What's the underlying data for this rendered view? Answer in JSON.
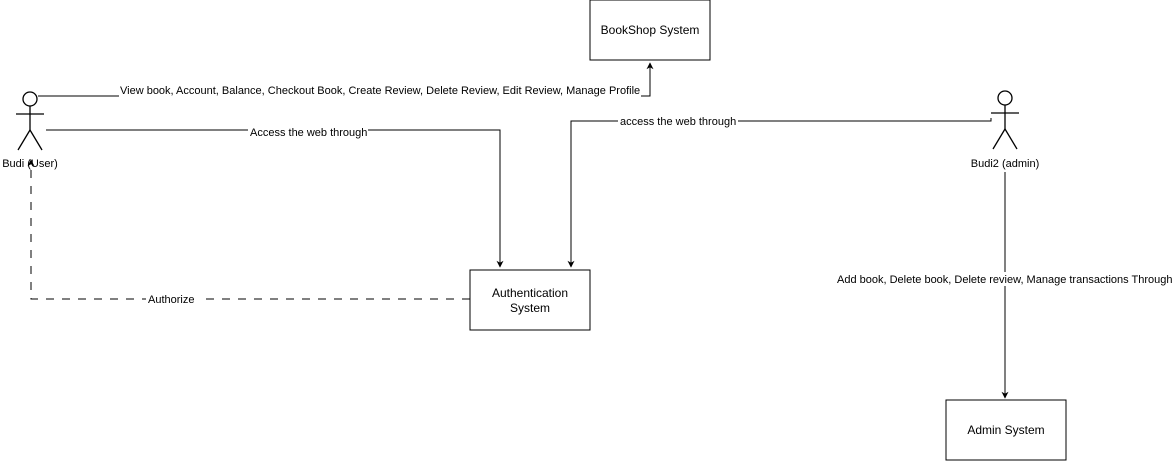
{
  "actors": {
    "user": {
      "name": "Budi (User)"
    },
    "admin": {
      "name": "Budi2 (admin)"
    }
  },
  "systems": {
    "bookshop": {
      "label": "BookShop System"
    },
    "authentication": {
      "line1": "Authentication",
      "line2": "System"
    },
    "admin_system": {
      "label": "Admin System"
    }
  },
  "edges": {
    "user_to_bookshop": "View book, Account, Balance, Checkout Book, Create Review, Delete Review, Edit Review, Manage Profile",
    "user_to_auth": "Access the web through",
    "admin_to_auth": "access the web through",
    "auth_to_user": "Authorize",
    "admin_to_admin_system": "Add book, Delete book, Delete review, Manage transactions Through"
  }
}
